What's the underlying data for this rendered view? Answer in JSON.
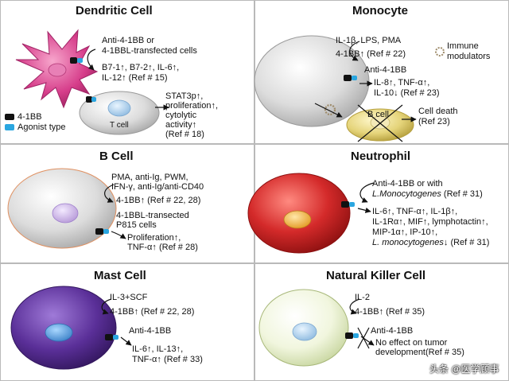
{
  "panels": {
    "dendritic": {
      "title": "Dendritic Cell",
      "text1": [
        "Anti-4-1BB or",
        "4-1BBL-transfected cells"
      ],
      "text2": [
        "B7-1↑, B7-2↑, IL-6↑,",
        "IL-12↑ (Ref # 15)"
      ],
      "tcell": "T cell",
      "text3": [
        "STAT3p↑,",
        "proliferation↑,",
        "cytolytic",
        "activity↑",
        "(Ref # 18)"
      ],
      "legend": [
        "4-1BB",
        "Agonist type"
      ]
    },
    "monocyte": {
      "title": "Monocyte",
      "text1": [
        "IL-1β, LPS, PMA",
        "4-1BB↑ (Ref # 22)"
      ],
      "immune": [
        "Immune",
        "modulators"
      ],
      "text2": [
        "Anti-4-1BB",
        "IL-8↑, TNF-α↑,",
        "IL-10↓ (Ref # 23)"
      ],
      "bcell": "B cell",
      "death": [
        "Cell death",
        "(Ref 23)"
      ]
    },
    "bcell": {
      "title": "B Cell",
      "text1": [
        "PMA, anti-Ig, PWM,",
        "IFN-γ, anti-Ig/anti-CD40",
        "4-1BB↑ (Ref # 22, 28)"
      ],
      "text2": [
        "4-1BBL-transected",
        "P815 cells",
        "Proliferation↑,",
        "TNF-α↑ (Ref # 28)"
      ]
    },
    "neutrophil": {
      "title": "Neutrophil",
      "text1a": "Anti-4-1BB or with",
      "text1b": "L.Monocytogenes",
      "text1c": " (Ref # 31)",
      "text2": [
        "IL-6↑, TNF-α↑, IL-1β↑,",
        "IL-1Rα↑, MIF↑, lymphotactin↑,",
        "MIP-1α↑, IP-10↑,"
      ],
      "text2b": "L. monocytogenes",
      "text2c": "↓ (Ref # 31)"
    },
    "mast": {
      "title": "Mast Cell",
      "text1": [
        "IL-3+SCF",
        "4-1BB↑ (Ref # 22, 28)"
      ],
      "text2": [
        "Anti-4-1BB",
        "IL-6↑, IL-13↑,",
        "TNF-α↑ (Ref # 33)"
      ]
    },
    "nk": {
      "title": "Natural Killer Cell",
      "text1": [
        "IL-2",
        "4-1BB↑ (Ref # 35)"
      ],
      "text2": [
        "Anti-4-1BB",
        "No effect on tumor",
        "development(Ref # 35)"
      ]
    }
  },
  "watermark": "头条 @医学顾事",
  "colors": {
    "receptor": "#111111",
    "agonist": "#2aa6e0",
    "dendritic": "#d63d8a",
    "neutrophil": "#c42222",
    "mast": "#5a2f98",
    "nk": "#eaf1d2",
    "bcell_small": "#e5d47a"
  }
}
